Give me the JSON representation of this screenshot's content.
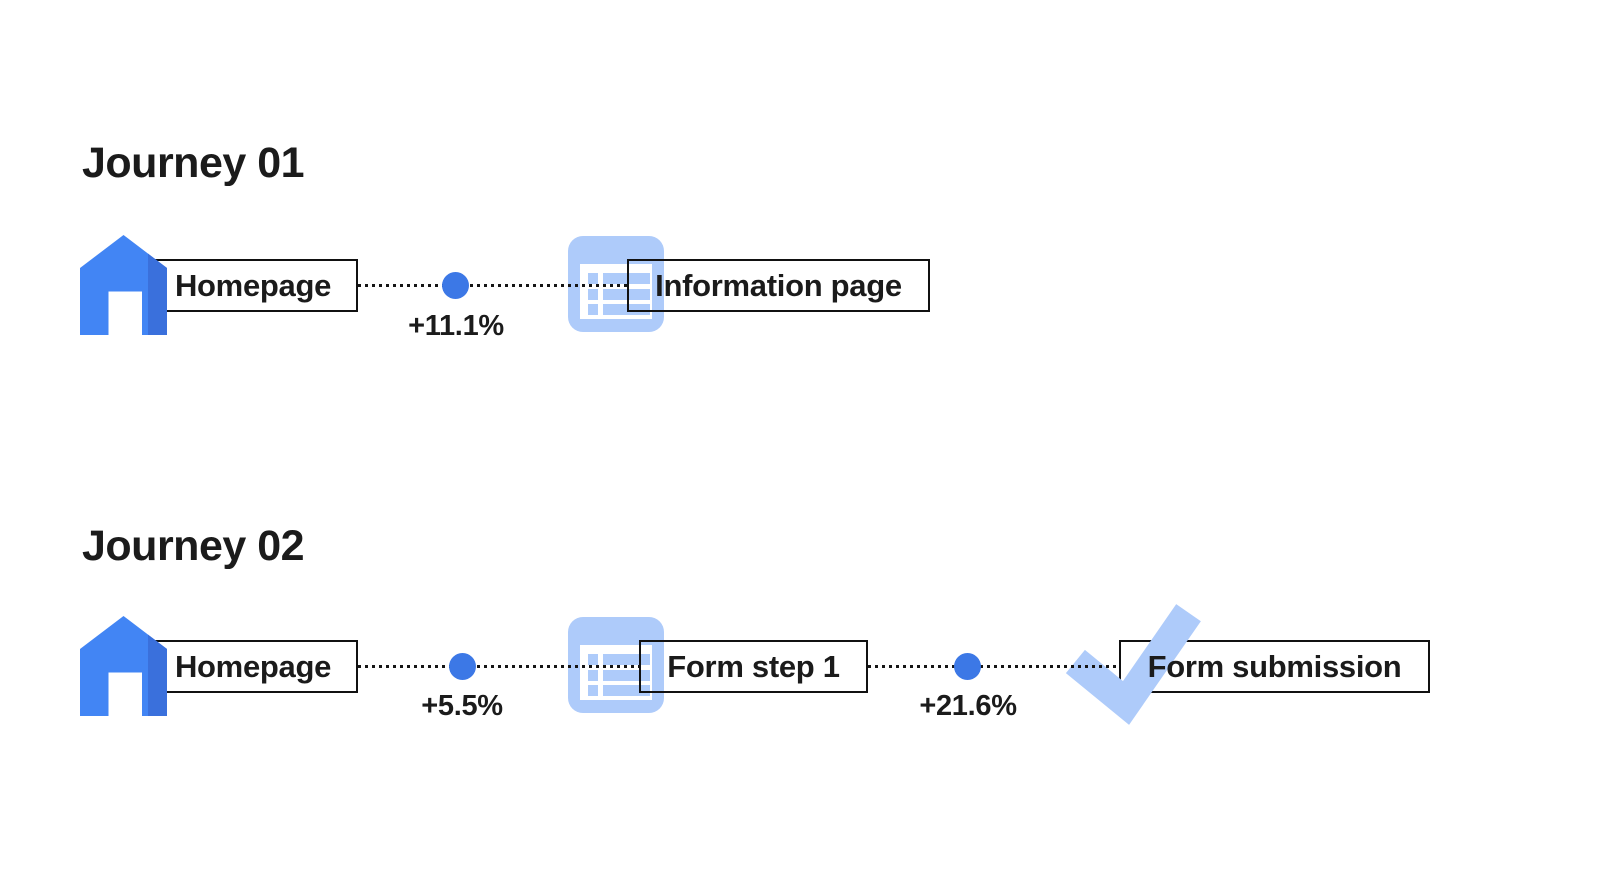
{
  "diagram": {
    "background": "#ffffff",
    "journeys": [
      {
        "title": "Journey 01",
        "steps": [
          {
            "icon": "home",
            "label": "Homepage"
          },
          {
            "icon": "list-page",
            "label": "Information page"
          }
        ],
        "transitions": [
          {
            "value": "+11.1%"
          }
        ]
      },
      {
        "title": "Journey 02",
        "steps": [
          {
            "icon": "home",
            "label": "Homepage"
          },
          {
            "icon": "list-page",
            "label": "Form step 1"
          },
          {
            "icon": "check",
            "label": "Form submission"
          }
        ],
        "transitions": [
          {
            "value": "+5.5%"
          },
          {
            "value": "+21.6%"
          }
        ]
      }
    ]
  },
  "colors": {
    "primary_blue": "#4285F4",
    "primary_blue_dark": "#3A70DC",
    "light_blue": "#AECBFA",
    "dot_blue": "#3C78E6",
    "line_black": "#151515",
    "text_black": "#1B1B1B"
  }
}
